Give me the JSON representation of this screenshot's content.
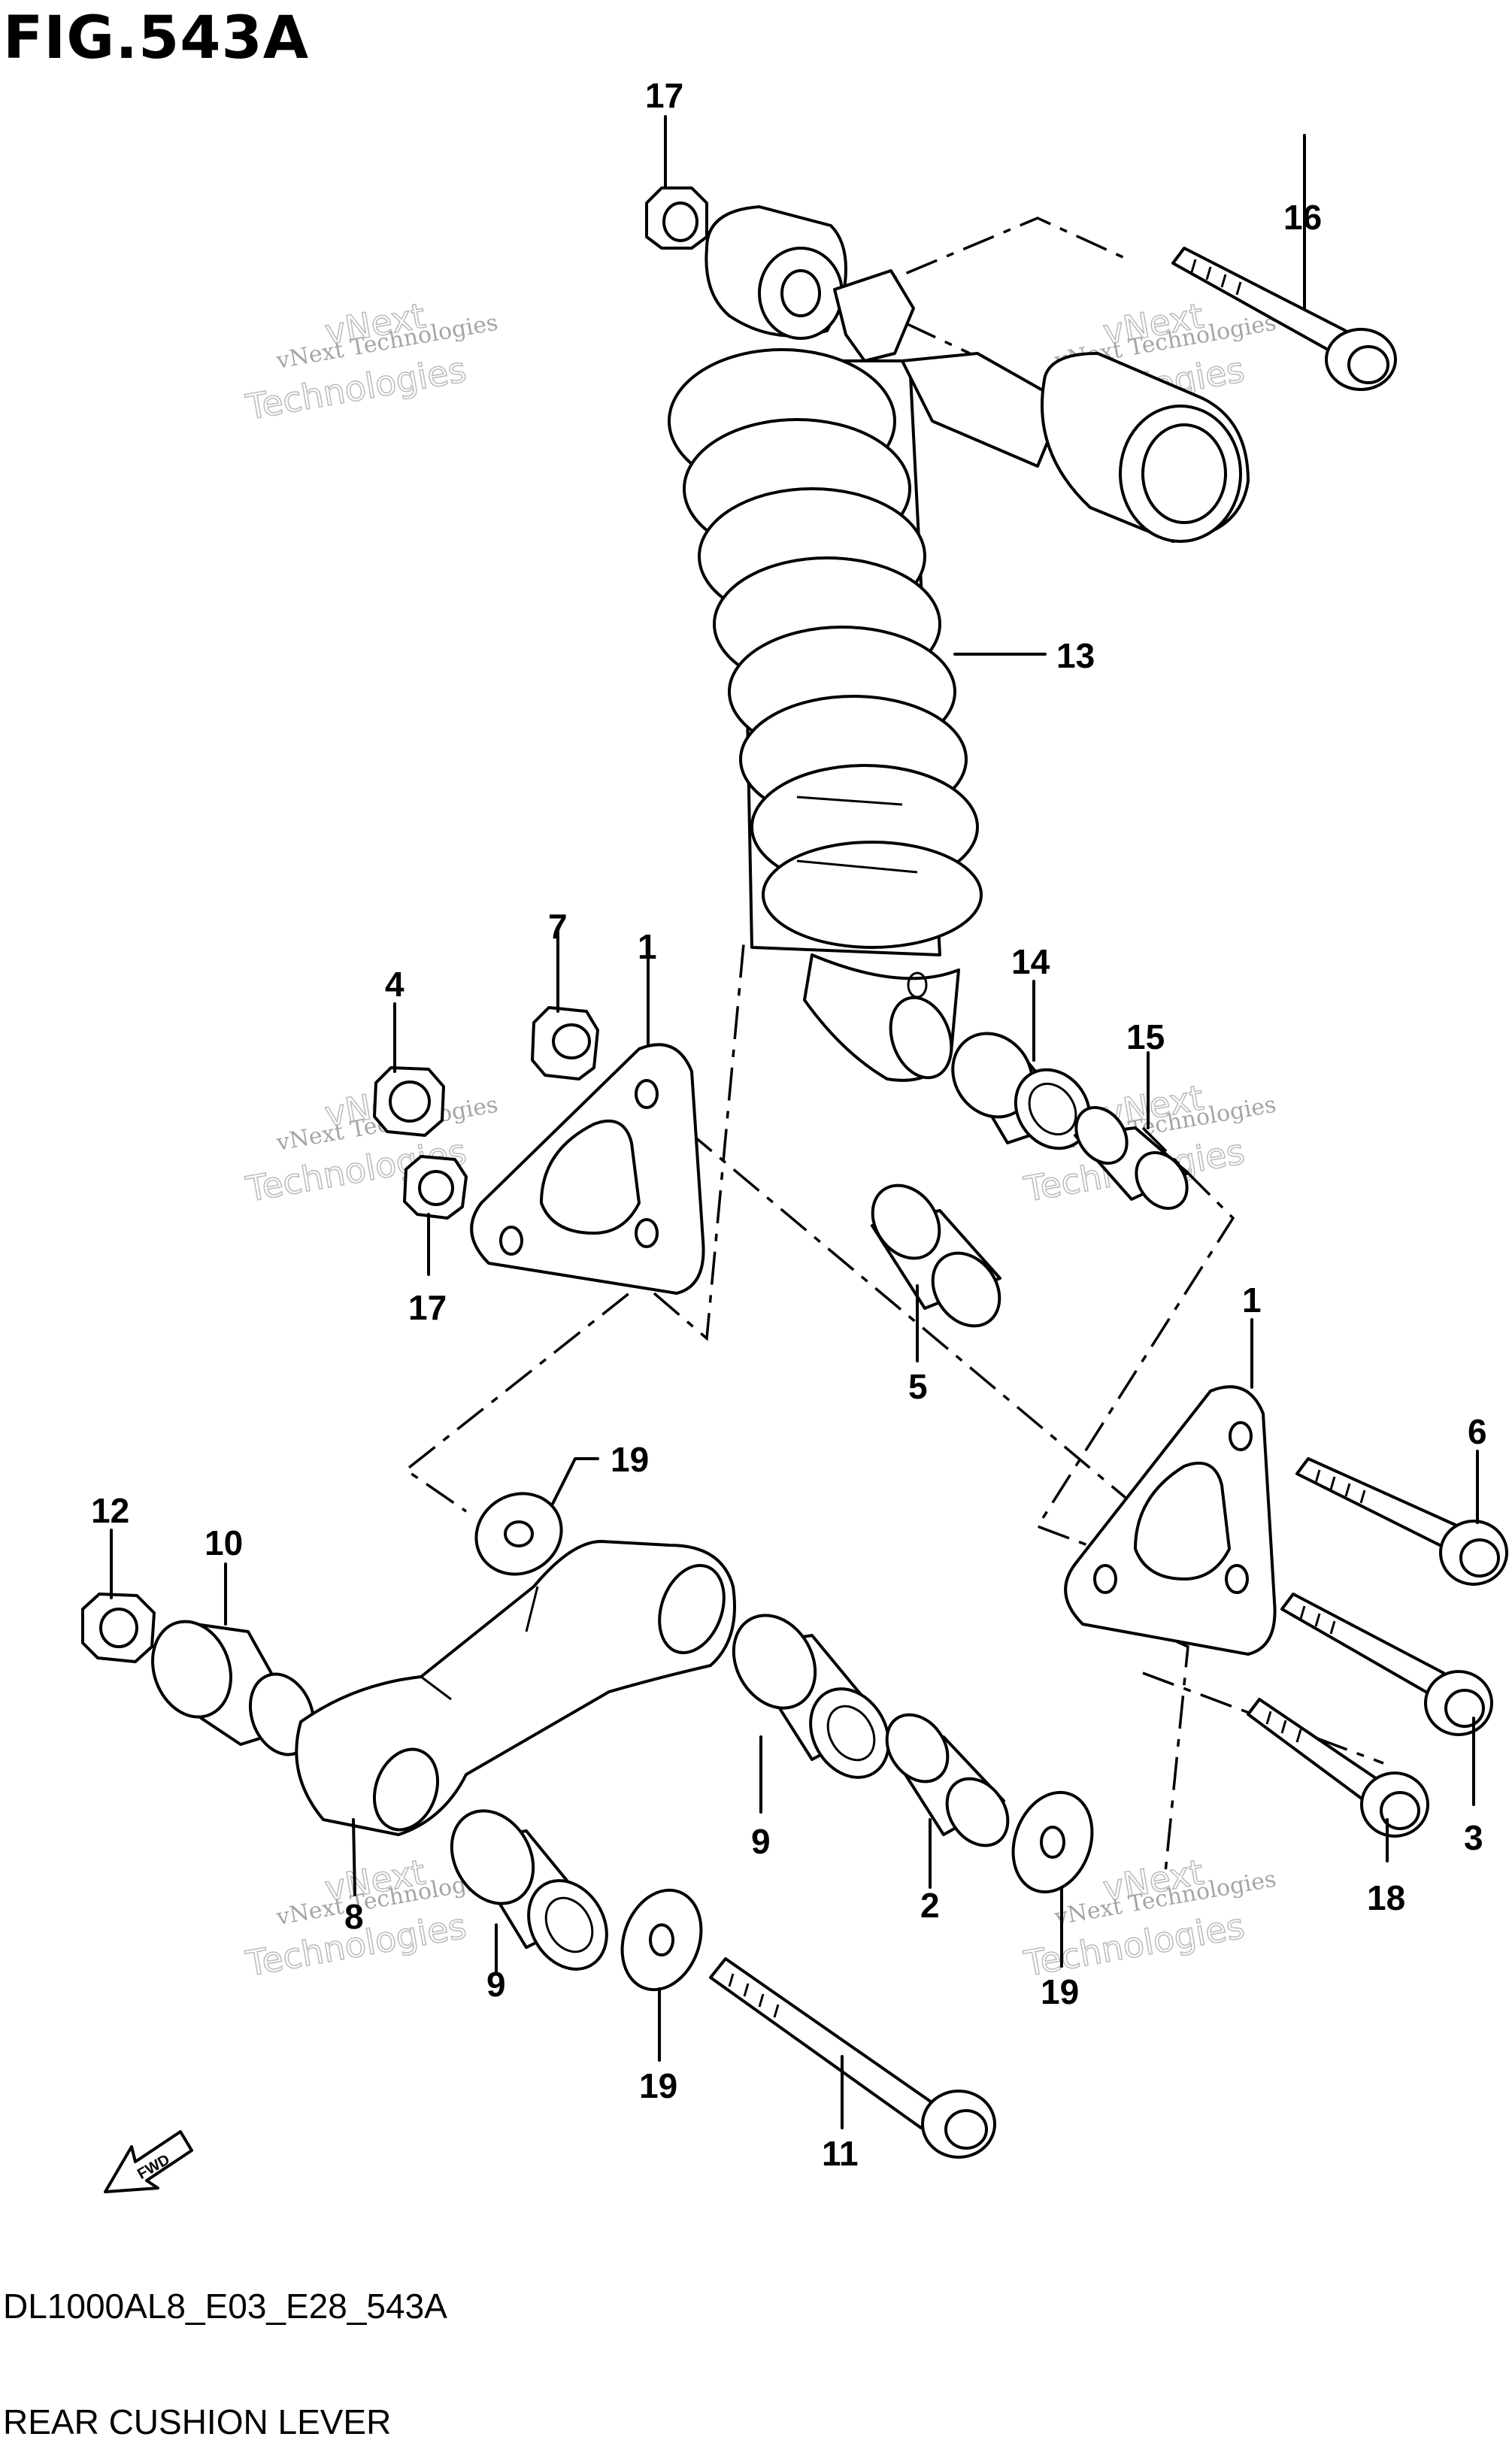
{
  "figure_title": "FIG.543A",
  "model_code": "DL1000AL8_E03_E28_543A",
  "section_name": "REAR CUSHION LEVER",
  "watermark_small": "vNext Technologies",
  "watermark_large_1": "vNext",
  "watermark_large_2": "Technologies",
  "fwd_label": "FWD",
  "callouts": {
    "c17a": "17",
    "c16": "16",
    "c13": "13",
    "c7": "7",
    "c1a": "1",
    "c4": "4",
    "c14": "14",
    "c15": "15",
    "c17b": "17",
    "c5": "5",
    "c1b": "1",
    "c6": "6",
    "c19a": "19",
    "c12": "12",
    "c10": "10",
    "c3": "3",
    "c9a": "9",
    "c18": "18",
    "c2": "2",
    "c8": "8",
    "c9b": "9",
    "c19b": "19",
    "c19c": "19",
    "c11": "11"
  }
}
